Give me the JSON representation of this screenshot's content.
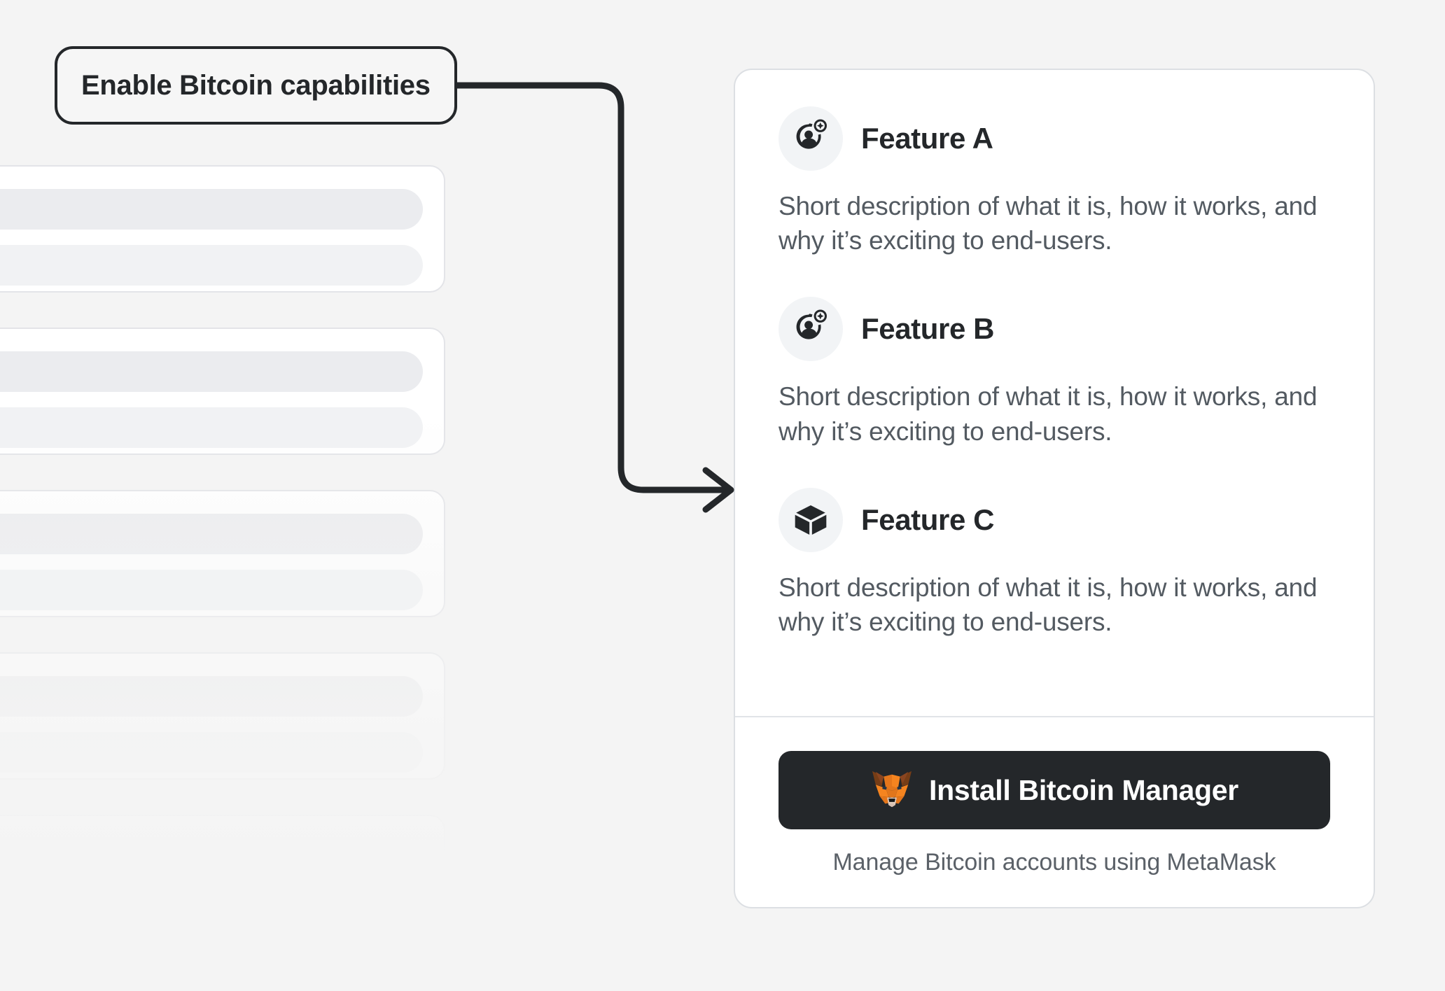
{
  "theme": {
    "background": "#f4f4f4",
    "card_background": "#ffffff",
    "card_border": "#dcdfe3",
    "text_primary": "#24272a",
    "text_secondary": "#535a61",
    "icon_badge_background": "#f2f4f6",
    "button_background": "#24272a",
    "button_text": "#ffffff",
    "connector_stroke": "#24272a",
    "metamask_orange": "#e2761b",
    "metamask_orange_light": "#f5841f",
    "metamask_brown": "#763d16",
    "metamask_cream": "#e4cfc0"
  },
  "callout": {
    "label": "Enable Bitcoin capabilities",
    "connector_icon": "arrow-right-icon",
    "anchor_dot": "connector-dot"
  },
  "skeleton": {
    "card_count": 5,
    "bars_per_card": 2
  },
  "card": {
    "features": [
      {
        "icon": "add-user-icon",
        "title": "Feature A",
        "description": "Short description of what it is, how it works, and why it’s exciting to end-users."
      },
      {
        "icon": "add-user-icon",
        "title": "Feature B",
        "description": "Short description of what it is, how it works, and why it’s exciting to end-users."
      },
      {
        "icon": "cube-icon",
        "title": "Feature C",
        "description": "Short description of what it is, how it works, and why it’s exciting to end-users."
      }
    ],
    "footer": {
      "button_icon": "metamask-fox-icon",
      "button_label": "Install Bitcoin Manager",
      "caption": "Manage Bitcoin accounts using MetaMask"
    }
  }
}
